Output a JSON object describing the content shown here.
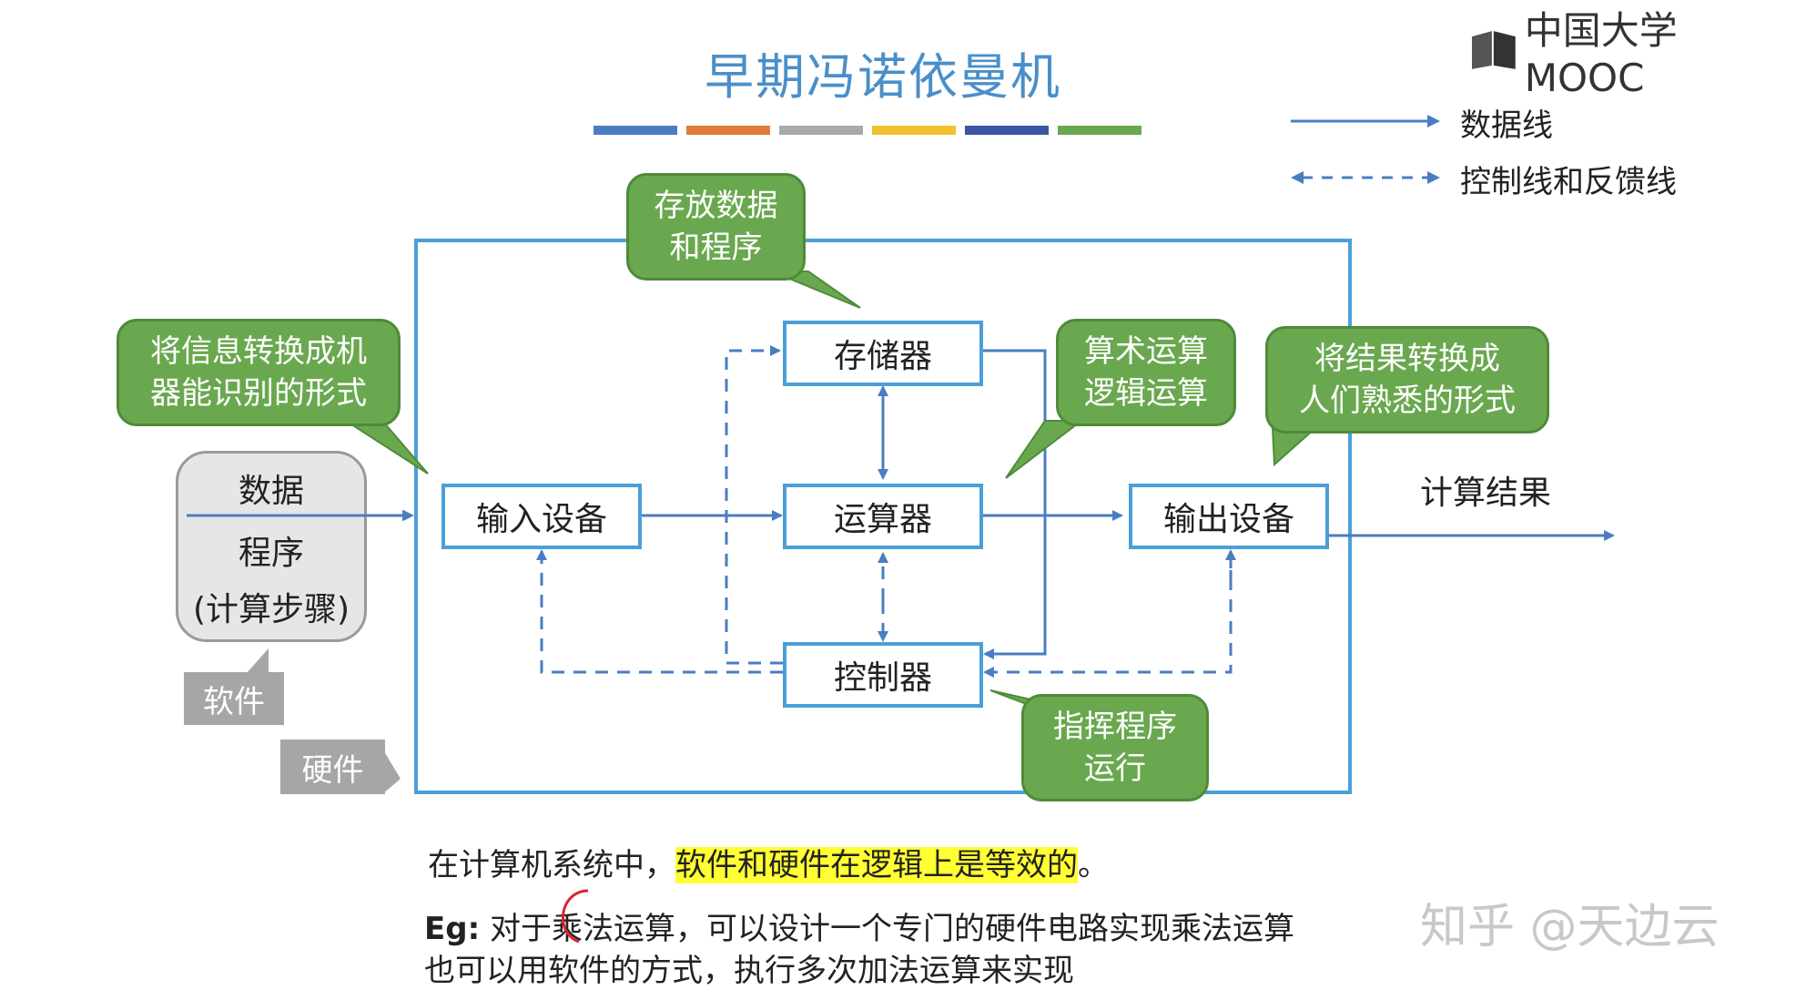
{
  "title": "早期冯诺依曼机",
  "stripe_colors": [
    "#4a7dc2",
    "#e07b39",
    "#a9a9a9",
    "#f2c12e",
    "#3a55a4",
    "#6aa84f"
  ],
  "logo": {
    "text": "中国大学MOOC",
    "icon": "mooc-book-icon"
  },
  "legend": {
    "data_line": "数据线",
    "control_line": "控制线和反馈线"
  },
  "components": {
    "input": "输入设备",
    "memory": "存储器",
    "alu": "运算器",
    "controller": "控制器",
    "output": "输出设备"
  },
  "callouts": {
    "memory": [
      "存放数据",
      "和程序"
    ],
    "input": [
      "将信息转换成机",
      "器能识别的形式"
    ],
    "alu": [
      "算术运算",
      "逻辑运算"
    ],
    "output": [
      "将结果转换成",
      "人们熟悉的形式"
    ],
    "controller": [
      "指挥程序",
      "运行"
    ]
  },
  "software_box": {
    "lines": [
      "数据",
      "程序",
      "(计算步骤)"
    ]
  },
  "tags": {
    "software": "软件",
    "hardware": "硬件"
  },
  "result_label": "计算结果",
  "bottom": {
    "line1_prefix": "在计算机系统中，",
    "line1_highlight": "软件和硬件在逻辑上是等效的",
    "line1_suffix": "。",
    "line2_label": "Eg:",
    "line2": "对于乘法运算，可以设计一个专门的硬件电路实现乘法运算",
    "line3": "也可以用软件的方式，执行多次加法运算来实现"
  },
  "watermark": "知乎 @天边云",
  "colors": {
    "title": "#4a8fc9",
    "frame": "#4a9fd8",
    "line": "#4a7dc2",
    "callout": "#6aa84f",
    "highlight": "#ffff33"
  }
}
